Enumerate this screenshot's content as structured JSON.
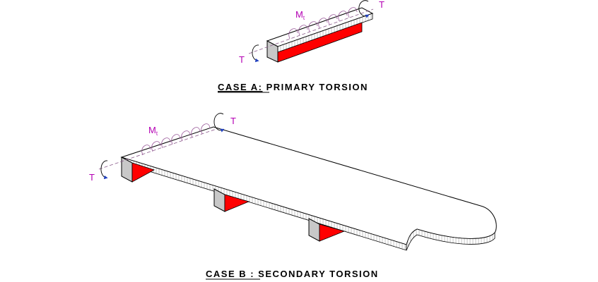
{
  "colors": {
    "label": "#b400b4",
    "red_face": "#ff0000",
    "grey_face": "#c8c8c8",
    "hatch": "#b4b4b4",
    "line": "#000000",
    "arrow_head": "#2040c0",
    "axis_dash": "#8a5a8a"
  },
  "case_a": {
    "moment_label": "M",
    "moment_subscript": "t",
    "torque_right_label": "T",
    "torque_left_label": "T",
    "caption_prefix": "CASE A:",
    "caption_suffix": " PRIMARY TORSION"
  },
  "case_b": {
    "moment_label": "M",
    "moment_subscript": "t",
    "torque_right_label": "T",
    "torque_left_label": "T",
    "caption_prefix": "CASE B :",
    "caption_suffix": " SECONDARY TORSION"
  }
}
